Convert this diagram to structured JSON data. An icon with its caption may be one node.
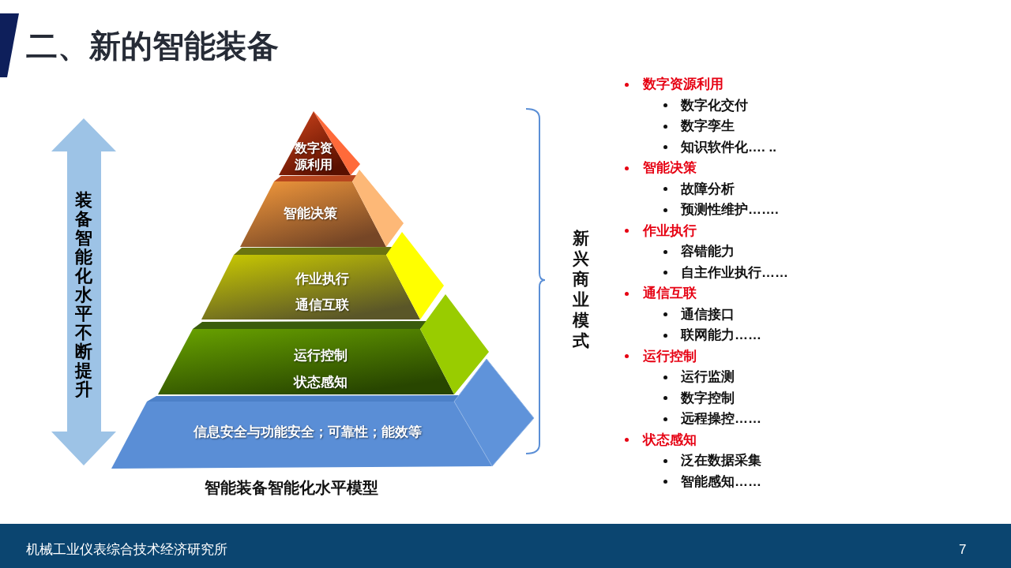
{
  "diagram": {
    "title": "二、新的智能装备",
    "caption": "智能装备智能化水平模型",
    "nodes": [
      {
        "text": [
          "装备智能化水平不断提升"
        ]
      },
      {
        "text": [
          "数字资源利用"
        ]
      },
      {
        "text": [
          "智能决策"
        ]
      },
      {
        "text": [
          "作业执行",
          "通信互联"
        ]
      },
      {
        "text": [
          "运行控制",
          "状态感知"
        ]
      },
      {
        "text": [
          "信息安全与功能安全；可靠性；能效等"
        ]
      }
    ],
    "labels": [
      "新兴商业模式",
      "数字资源利用",
      "数字化交付",
      "数字孪生",
      "知识软件化…. ..",
      "智能决策",
      "故障分析",
      "预测性维护…….",
      "作业执行",
      "容错能力",
      "自主作业执行……",
      "通信互联",
      "通信接口",
      "联网能力……",
      "运行控制",
      "运行监测",
      "数字控制",
      "远程操控……",
      "状态感知",
      "泛在数据采集",
      "智能感知……",
      "机械工业仪表综合技术经济研究所",
      "7"
    ]
  }
}
